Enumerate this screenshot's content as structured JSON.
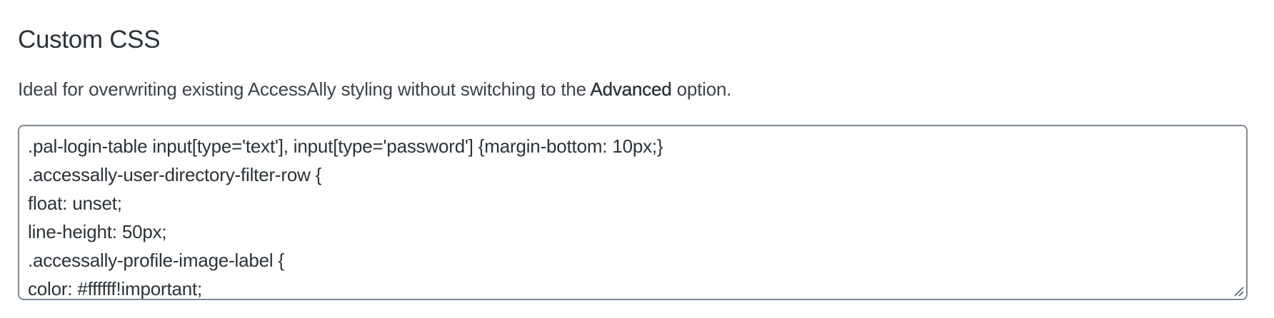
{
  "section": {
    "title": "Custom CSS",
    "description": {
      "before": "Ideal for overwriting existing AccessAlly styling without switching to the ",
      "emphasis": "Advanced",
      "after": " option."
    }
  },
  "custom_css": {
    "lines": [
      ".pal-login-table input[type='text'], input[type='password'] {margin-bottom: 10px;}",
      ".accessally-user-directory-filter-row {",
      "float: unset;",
      "line-height: 50px;",
      ".accessally-profile-image-label {",
      "color: #ffffff!important;"
    ],
    "resize_icon": "resize-grip-icon"
  },
  "colors": {
    "border": "#7e8993",
    "text": "#2c3338",
    "muted_text": "#3c434a",
    "background": "#ffffff"
  }
}
